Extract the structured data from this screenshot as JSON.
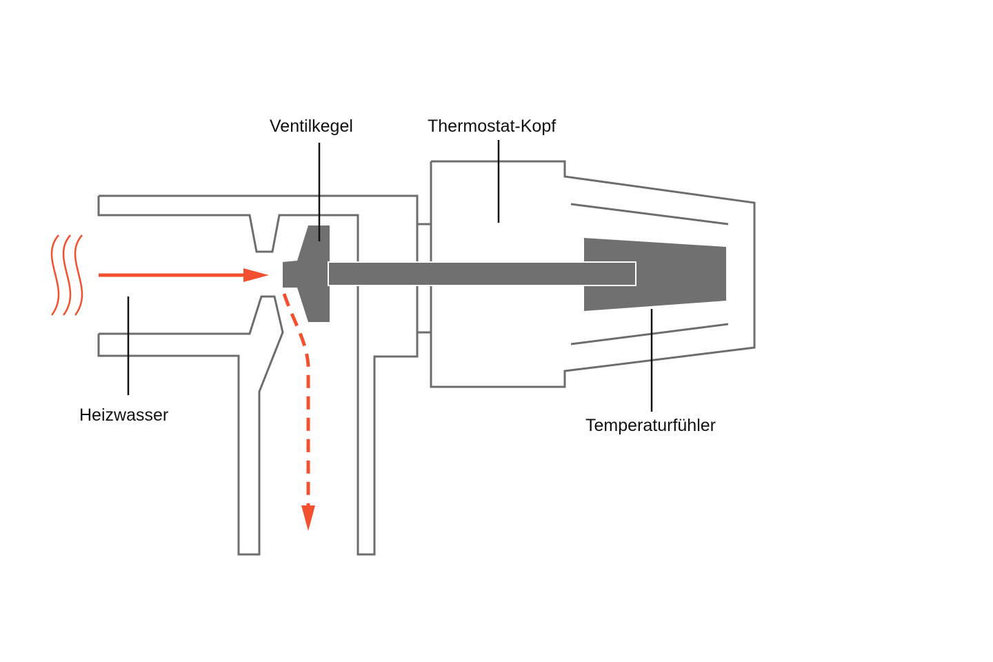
{
  "labels": {
    "ventilkegel": "Ventilkegel",
    "thermostat_kopf": "Thermostat-Kopf",
    "heizwasser": "Heizwasser",
    "temperaturfuehler": "Temperaturfühler"
  },
  "colors": {
    "flow": "#f2502f",
    "outline": "#6d6d6d",
    "solid_part": "#707070",
    "label_text": "#111111",
    "background": "#ffffff"
  }
}
